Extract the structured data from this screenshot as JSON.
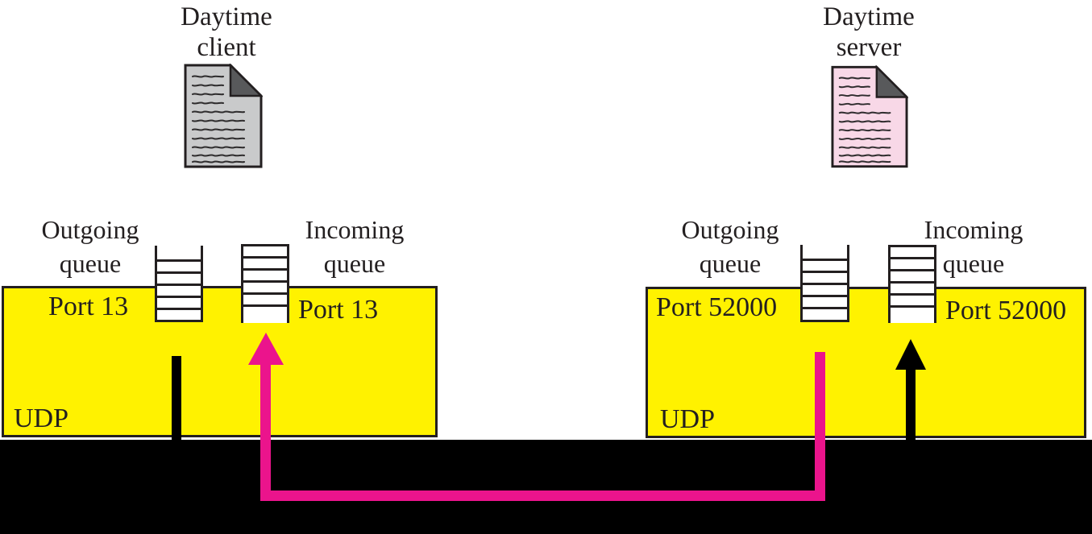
{
  "figure": {
    "client": {
      "title_line1": "Daytime",
      "title_line2": "client",
      "doc_icon": "document-icon",
      "doc_fill": "#C9CACB",
      "outgoing_line1": "Outgoing",
      "outgoing_line2": "queue",
      "incoming_line1": "Incoming",
      "incoming_line2": "queue",
      "port_outgoing": "Port 13",
      "port_incoming": "Port 13",
      "protocol": "UDP"
    },
    "server": {
      "title_line1": "Daytime",
      "title_line2": "server",
      "doc_icon": "document-icon",
      "doc_fill": "#F8D8E7",
      "outgoing_line1": "Outgoing",
      "outgoing_line2": "queue",
      "incoming_line1": "Incoming",
      "incoming_line2": "queue",
      "port_outgoing": "Port 52000",
      "port_incoming": "Port 52000",
      "protocol": "UDP"
    },
    "colors": {
      "protocol_box": "#FFF200",
      "outline": "#231F20",
      "network_bar": "#000000",
      "request_arrow": "#000000",
      "response_arrow": "#EB148C",
      "doc_fold": "#58595B"
    }
  }
}
